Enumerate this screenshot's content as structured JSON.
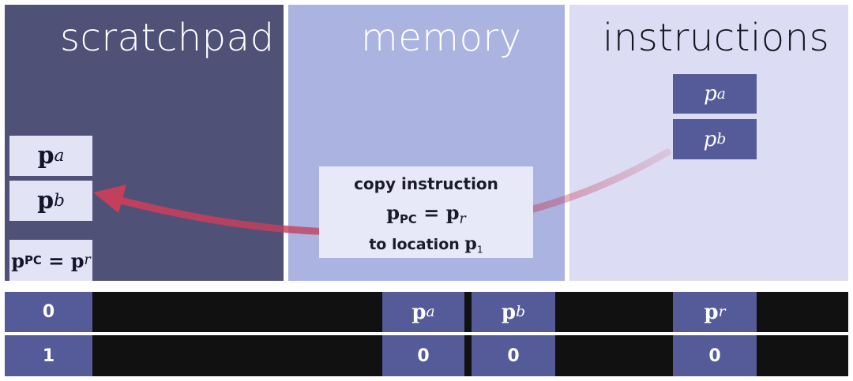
{
  "panels": {
    "scratchpad": {
      "title": "scratchpad"
    },
    "memory": {
      "title": "memory"
    },
    "instructions": {
      "title": "instructions"
    }
  },
  "scratchpad_cells": [
    {
      "symbol": "p",
      "subscript": "a"
    },
    {
      "symbol": "p",
      "subscript": "b"
    },
    {
      "lhs": "p",
      "lhs_sub": "PC",
      "op": " = ",
      "rhs": "p",
      "rhs_sub": "r"
    }
  ],
  "instruction_cells": [
    {
      "symbol": "p",
      "subscript": "a"
    },
    {
      "symbol": "p",
      "subscript": "b"
    }
  ],
  "callout": {
    "line1": "copy instruction",
    "line2": {
      "lhs": "p",
      "lhs_sub": "PC",
      "op": " = ",
      "rhs": "p",
      "rhs_sub": "r"
    },
    "line3": {
      "text": "to location ",
      "symbol": "p",
      "subscript": "1"
    }
  },
  "memory_rows": [
    {
      "index": "0",
      "cells": [
        {
          "symbol": "p",
          "subscript": "a"
        },
        {
          "symbol": "p",
          "subscript": "b"
        },
        {
          "symbol": "p",
          "subscript": "r"
        }
      ]
    },
    {
      "index": "1",
      "cells": [
        {
          "value": "0"
        },
        {
          "value": "0"
        },
        {
          "value": "0"
        }
      ]
    }
  ],
  "colors": {
    "scratchpad_bg": "#4f5177",
    "memory_bg": "#abb3e0",
    "instructions_bg": "#dcdcf4",
    "cell_dark": "#555a98",
    "cell_light": "#e3e3f6",
    "arrow": "#c43f5c"
  }
}
